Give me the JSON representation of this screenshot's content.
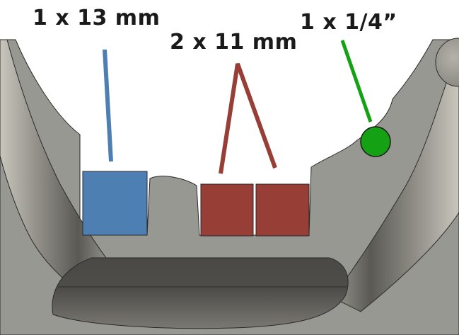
{
  "labels": {
    "large_magnet": "1 x 13 mm",
    "small_magnets": "2 x 11 mm",
    "ball": "1 x 1/4”"
  },
  "colors": {
    "large_magnet": "#4e7fb3",
    "small_magnets": "#973e36",
    "ball": "#14a214",
    "housing_light": "#979892",
    "housing_dark": "#4a4945",
    "outline": "#2a2a2a",
    "background": "#ffffff"
  }
}
